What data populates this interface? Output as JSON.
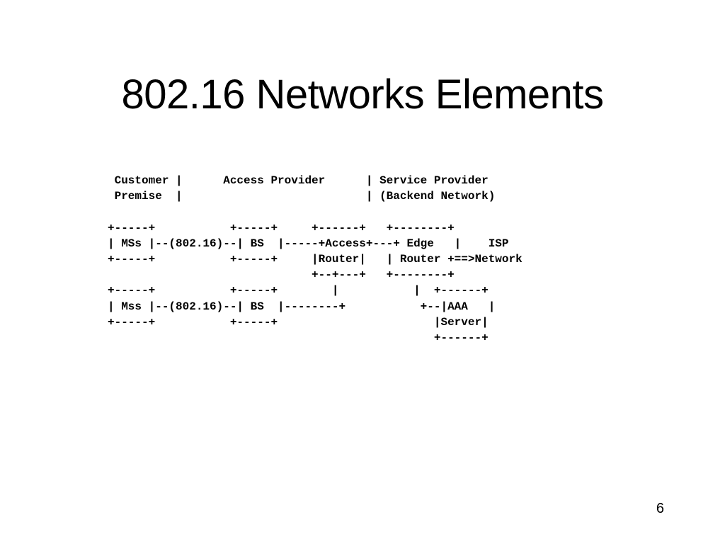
{
  "slide": {
    "title": "802.16 Networks Elements",
    "page_number": "6"
  },
  "diagram": {
    "lines": [
      " Customer |      Access Provider      | Service Provider",
      " Premise  |                           | (Backend Network)",
      "",
      "+-----+           +-----+     +------+   +--------+",
      "| MSs |--(802.16)--| BS  |-----+Access+---+ Edge   |    ISP",
      "+-----+           +-----+     |Router|   | Router +==>Network",
      "                              +--+---+   +--------+",
      "+-----+           +-----+        |           |  +------+",
      "| Mss |--(802.16)--| BS  |--------+           +--|AAA   |",
      "+-----+           +-----+                       |Server|",
      "                                                +------+"
    ]
  }
}
